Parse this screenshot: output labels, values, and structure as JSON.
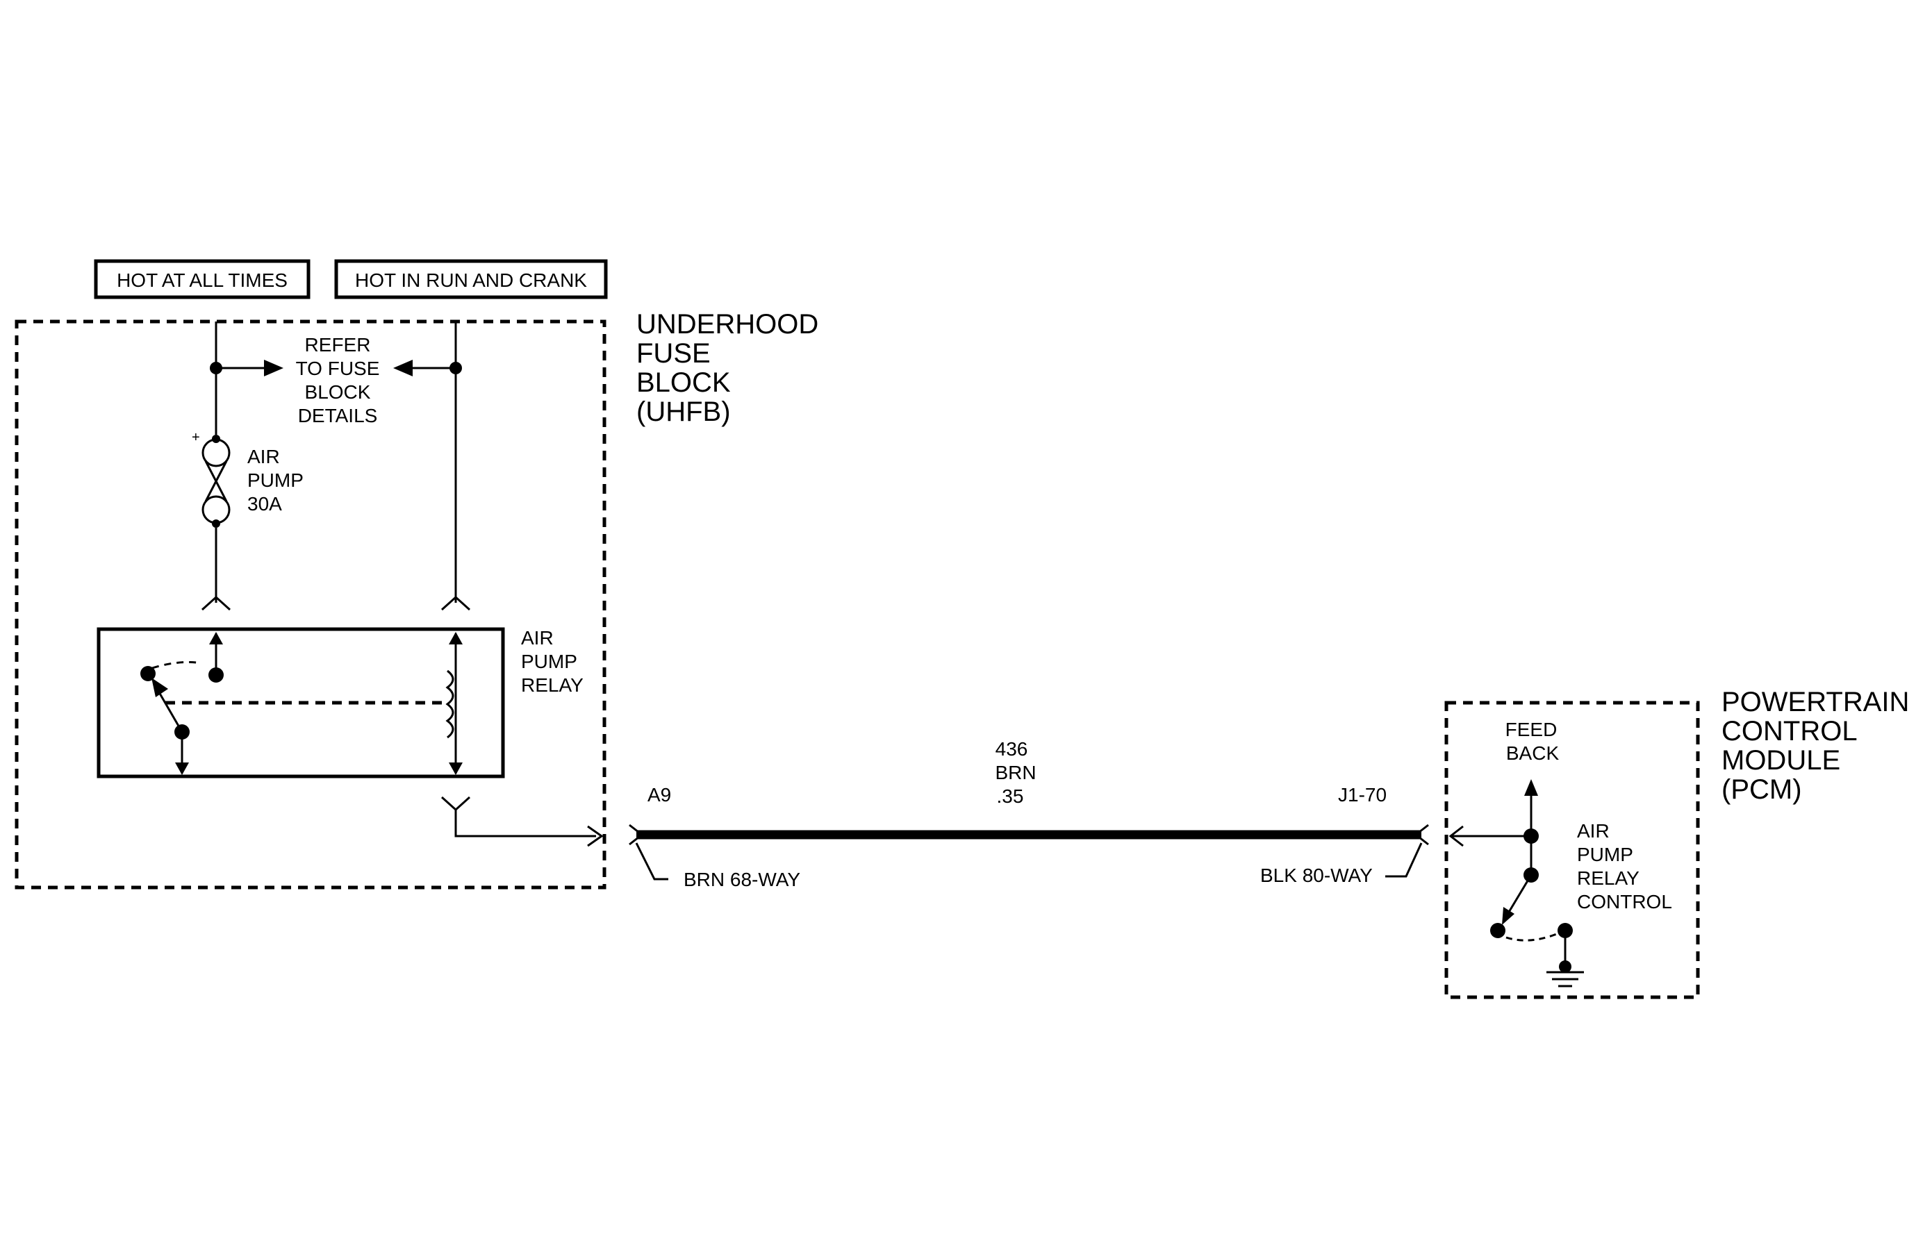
{
  "power_labels": {
    "hot_at_all_times": "HOT AT ALL TIMES",
    "hot_in_run_and_crank": "HOT IN RUN AND CRANK"
  },
  "fuse_block": {
    "name_lines": [
      "UNDERHOOD",
      "FUSE",
      "BLOCK",
      "(UHFB)"
    ],
    "refer_lines": [
      "REFER",
      "TO FUSE",
      "BLOCK",
      "DETAILS"
    ],
    "fuse_polarity": "+",
    "fuse_label_lines": [
      "AIR",
      "PUMP",
      "30A"
    ],
    "relay_label_lines": [
      "AIR",
      "PUMP",
      "RELAY"
    ],
    "connector_pin": "A9",
    "connector_desc": "BRN 68-WAY"
  },
  "wire": {
    "circuit": "436",
    "color": "BRN",
    "gauge": ".35"
  },
  "pcm": {
    "name_lines": [
      "POWERTRAIN",
      "CONTROL",
      "MODULE",
      "(PCM)"
    ],
    "connector_pin": "J1-70",
    "connector_desc": "BLK 80-WAY",
    "feedback_lines": [
      "FEED",
      "BACK"
    ],
    "control_label_lines": [
      "AIR",
      "PUMP",
      "RELAY",
      "CONTROL"
    ]
  }
}
